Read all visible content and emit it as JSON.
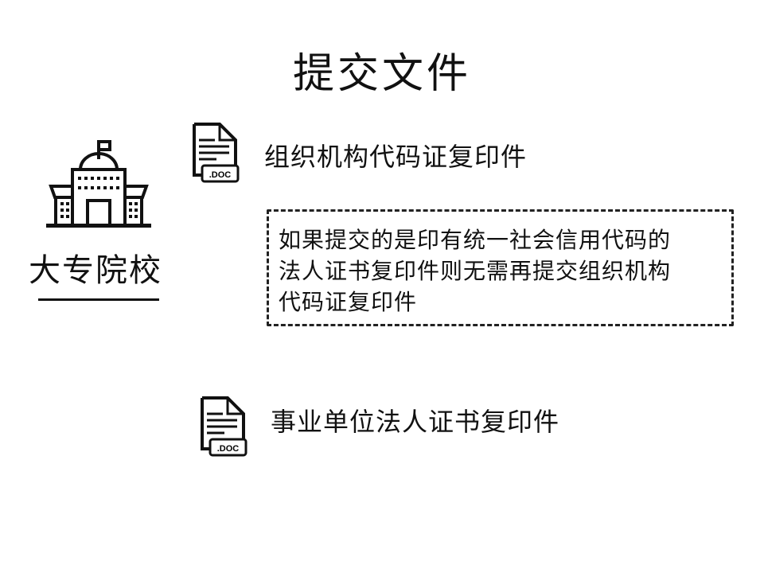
{
  "title": "提交文件",
  "category": {
    "label": "大专院校",
    "icon": "school-building-icon"
  },
  "items": [
    {
      "label": "组织机构代码证复印件",
      "icon": "doc-file-icon",
      "icon_text": ".DOC"
    },
    {
      "label": "事业单位法人证书复印件",
      "icon": "doc-file-icon",
      "icon_text": ".DOC"
    }
  ],
  "note": {
    "lines": [
      "如果提交的是印有统一社会信用代码的",
      "法人证书复印件则无需再提交组织机构",
      "代码证复印件"
    ]
  }
}
